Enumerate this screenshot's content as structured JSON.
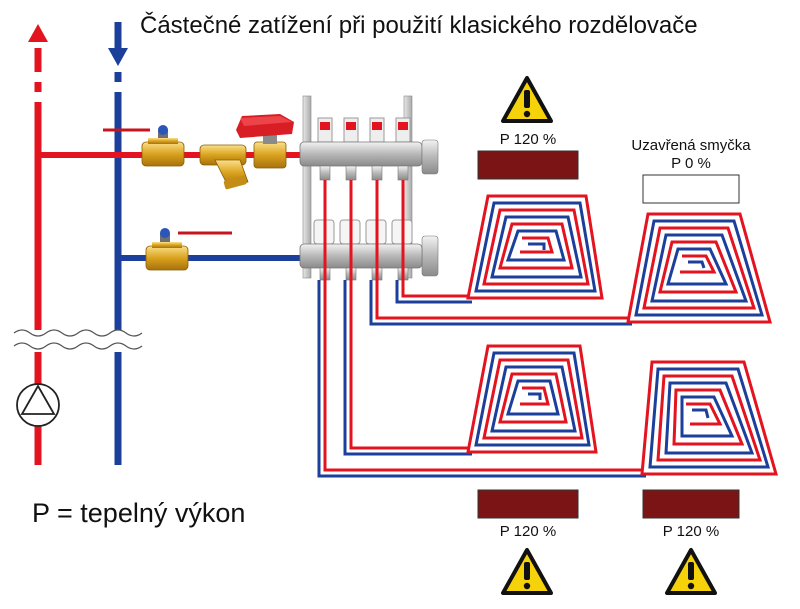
{
  "title": "Částečné zatížení při použití klasického rozdělovače",
  "legend": "P = tepelný výkon",
  "loops": [
    {
      "label": "P 120 %",
      "bar_color": "#7b1515",
      "state": "overloaded",
      "warning": true
    },
    {
      "label_line1": "Uzavřená smyčka",
      "label_line2": "P 0 %",
      "bar_color": "#ffffff",
      "state": "closed",
      "warning": false
    },
    {
      "label": "P 120 %",
      "bar_color": "#7b1515",
      "state": "overloaded",
      "warning": true
    },
    {
      "label": "P 120 %",
      "bar_color": "#7b1515",
      "state": "overloaded",
      "warning": true
    }
  ],
  "colors": {
    "supply": "#e3131f",
    "return": "#1b3f9a",
    "warning": "#f5d20a",
    "load_bar": "#7b1515"
  },
  "icons": [
    "arrow-up-icon",
    "arrow-down-icon",
    "pump-icon",
    "warning-icon",
    "ball-valve-icon",
    "strainer-icon",
    "actuator-icon",
    "manifold-icon"
  ]
}
